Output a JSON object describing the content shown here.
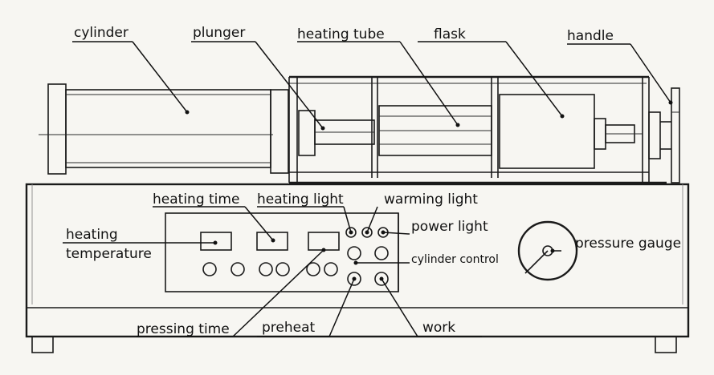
{
  "labels": {
    "cylinder": "cylinder",
    "plunger": "plunger",
    "heating_tube": "heating tube",
    "flask": "flask",
    "handle": "handle",
    "heating_time": "heating time",
    "heating_light": "heating light",
    "warming_light": "warming light",
    "power_light": "power light",
    "heating_temperature_line1": "heating",
    "heating_temperature_line2": "temperature",
    "cylinder_control": "cylinder control",
    "pressure_gauge": "pressure gauge",
    "pressing_time": "pressing time",
    "preheat": "preheat",
    "work": "work"
  }
}
